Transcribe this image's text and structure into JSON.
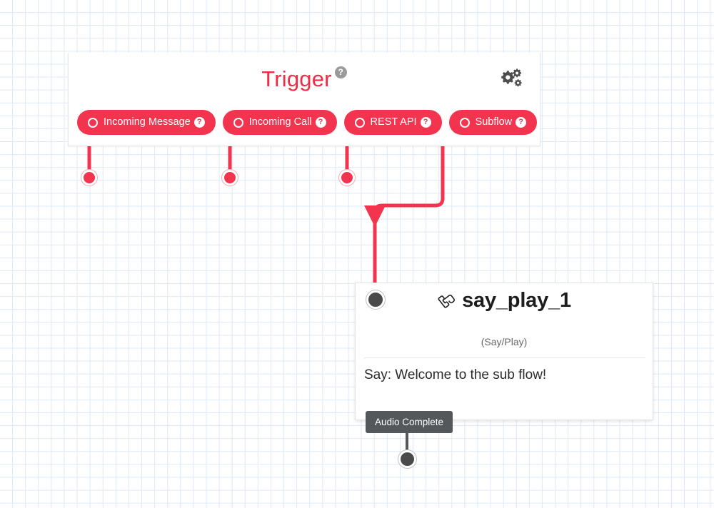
{
  "canvas": {
    "grid": true,
    "background_color": "#ffffff",
    "grid_color": "#dce9f7"
  },
  "theme": {
    "accent_red": "#f2344e",
    "title_red": "#ef2e46",
    "node_dark": "#4a4a4a",
    "badge_gray": "#55585a",
    "help_gray": "#9a9a9a"
  },
  "trigger_panel": {
    "title": "Trigger",
    "title_help": "?",
    "settings_icon": "gears-icon",
    "triggers": [
      {
        "label": "Incoming Message",
        "help": "?",
        "icon": "radio-circle-icon",
        "connected": false
      },
      {
        "label": "Incoming Call",
        "help": "?",
        "icon": "radio-circle-icon",
        "connected": false
      },
      {
        "label": "REST API",
        "help": "?",
        "icon": "radio-circle-icon",
        "connected": false
      },
      {
        "label": "Subflow",
        "help": "?",
        "icon": "radio-circle-icon",
        "connected": true
      }
    ]
  },
  "node": {
    "title": "say_play_1",
    "icon": "phone-handset-icon",
    "subtitle": "(Say/Play)",
    "body_text": "Say: Welcome to the sub flow!",
    "input_port": "node-input-port",
    "outputs": [
      {
        "label": "Audio Complete",
        "port": "node-output-port"
      }
    ]
  }
}
